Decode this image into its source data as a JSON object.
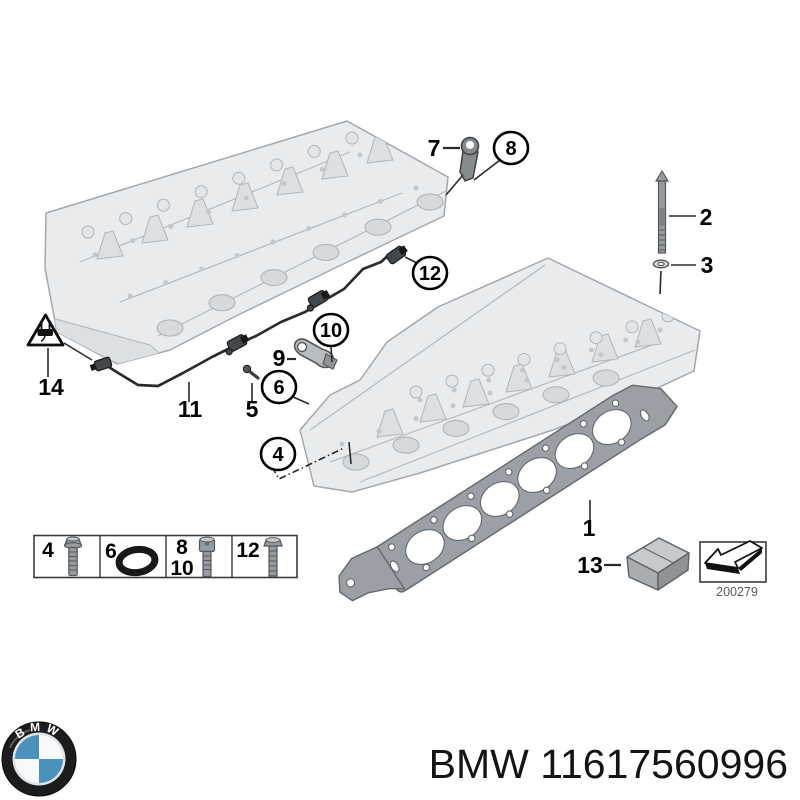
{
  "diagram": {
    "callouts": {
      "c1": "1",
      "c2": "2",
      "c3": "3",
      "c4": "4",
      "c5": "5",
      "c6": "6",
      "c7": "7",
      "c8": "8",
      "c9": "9",
      "c10": "10",
      "c11": "11",
      "c12": "12",
      "c13": "13",
      "c14": "14"
    },
    "legend": {
      "cell1_label": "4",
      "cell2_label": "6",
      "cell3_top_label": "8",
      "cell3_bottom_label": "10",
      "cell4_label": "12"
    },
    "stamp_code": "200279"
  },
  "footer": {
    "logo_text": "BMW",
    "part_number": "BMW 11617560996"
  },
  "colors": {
    "bmw_blue": "#4a92bd",
    "line_black": "#1a1a1a",
    "part_gray": "#9aa0a5"
  }
}
